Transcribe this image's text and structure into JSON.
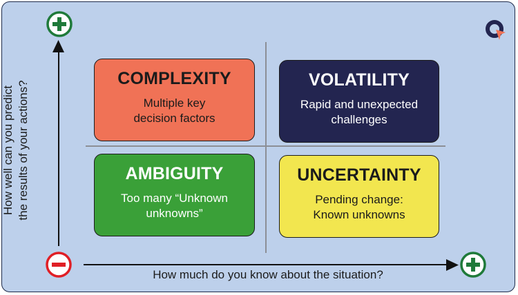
{
  "quadrants": {
    "complexity": {
      "title": "COMPLEXITY",
      "desc": "Multiple key\ndecision factors"
    },
    "volatility": {
      "title": "VOLATILITY",
      "desc": "Rapid and unexpected\nchallenges"
    },
    "ambiguity": {
      "title": "AMBIGUITY",
      "desc": "Too many “Unknown\nunknowns”"
    },
    "uncertainty": {
      "title": "UNCERTAINTY",
      "desc": "Pending change:\nKnown unknowns"
    }
  },
  "axes": {
    "y_label": "How well can you predict\nthe results of your actions?",
    "x_label": "How much do you know about the situation?"
  },
  "colors": {
    "complexity": "#f07256",
    "volatility": "#232550",
    "ambiguity": "#3aa038",
    "uncertainty": "#f2e64f",
    "plus": "#1f7a3a",
    "minus": "#e01f26",
    "logo_dark": "#232550",
    "logo_accent": "#f07256"
  },
  "icons": {
    "top_plus": "plus-circle-icon",
    "right_plus": "plus-circle-icon",
    "origin_minus": "minus-circle-icon",
    "logo": "brand-logo-icon"
  }
}
